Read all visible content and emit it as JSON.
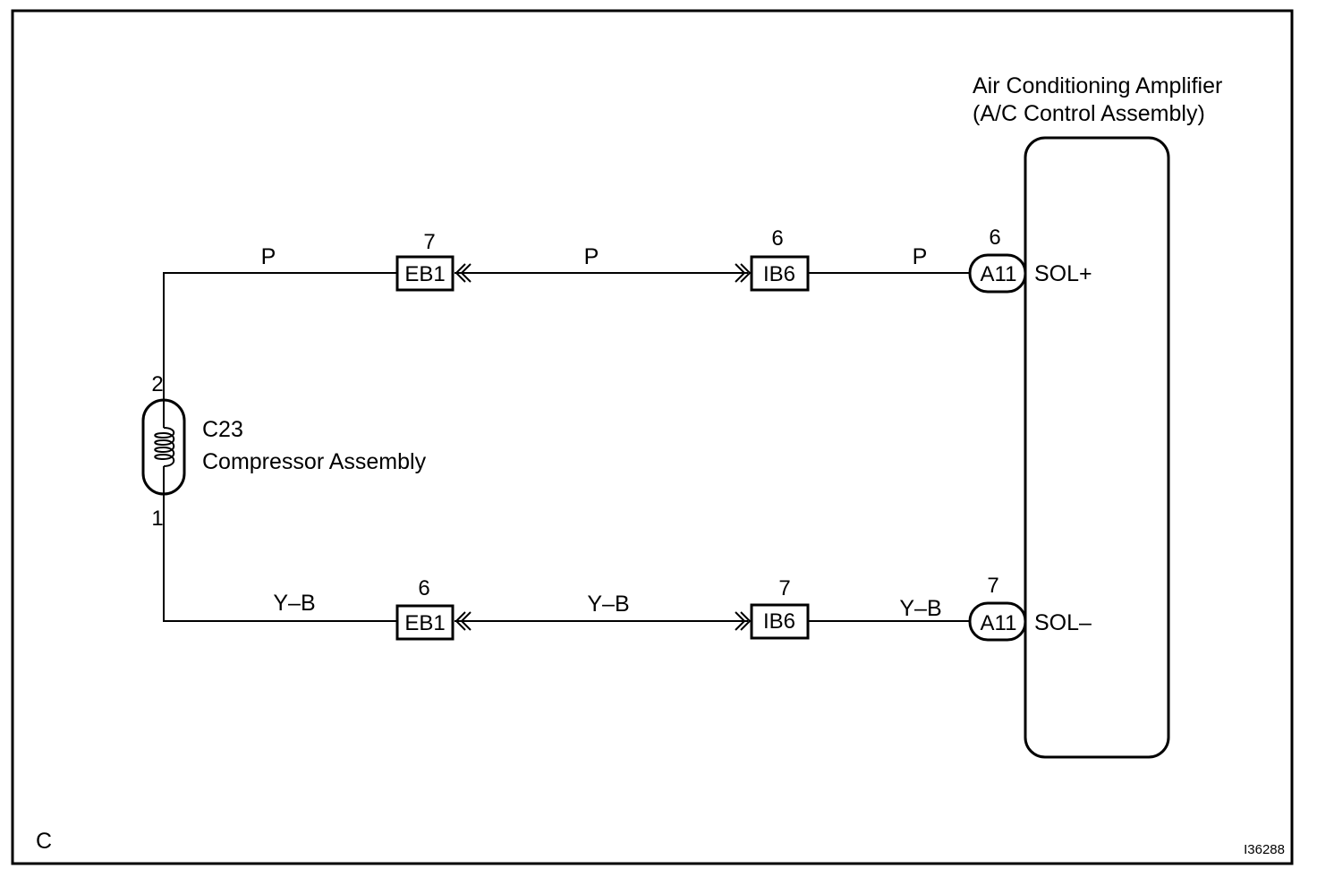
{
  "amplifier": {
    "title_line1": "Air Conditioning Amplifier",
    "title_line2": "(A/C Control Assembly)",
    "connector": "A11",
    "terminals": [
      {
        "pin": "6",
        "signal": "SOL+"
      },
      {
        "pin": "7",
        "signal": "SOL–"
      }
    ]
  },
  "compressor": {
    "code": "C23",
    "name": "Compressor Assembly",
    "pin_top": "2",
    "pin_bottom": "1"
  },
  "wires": {
    "top": {
      "color_seg1": "P",
      "color_seg2": "P",
      "color_seg3": "P",
      "eb1_pin": "7",
      "ib6_pin": "6"
    },
    "bottom": {
      "color_seg1": "Y–B",
      "color_seg2": "Y–B",
      "color_seg3": "Y–B",
      "eb1_pin": "6",
      "ib6_pin": "7"
    }
  },
  "connectors": {
    "eb1": "EB1",
    "ib6": "IB6"
  },
  "footer": {
    "corner_letter": "C",
    "figure_id": "I36288"
  }
}
